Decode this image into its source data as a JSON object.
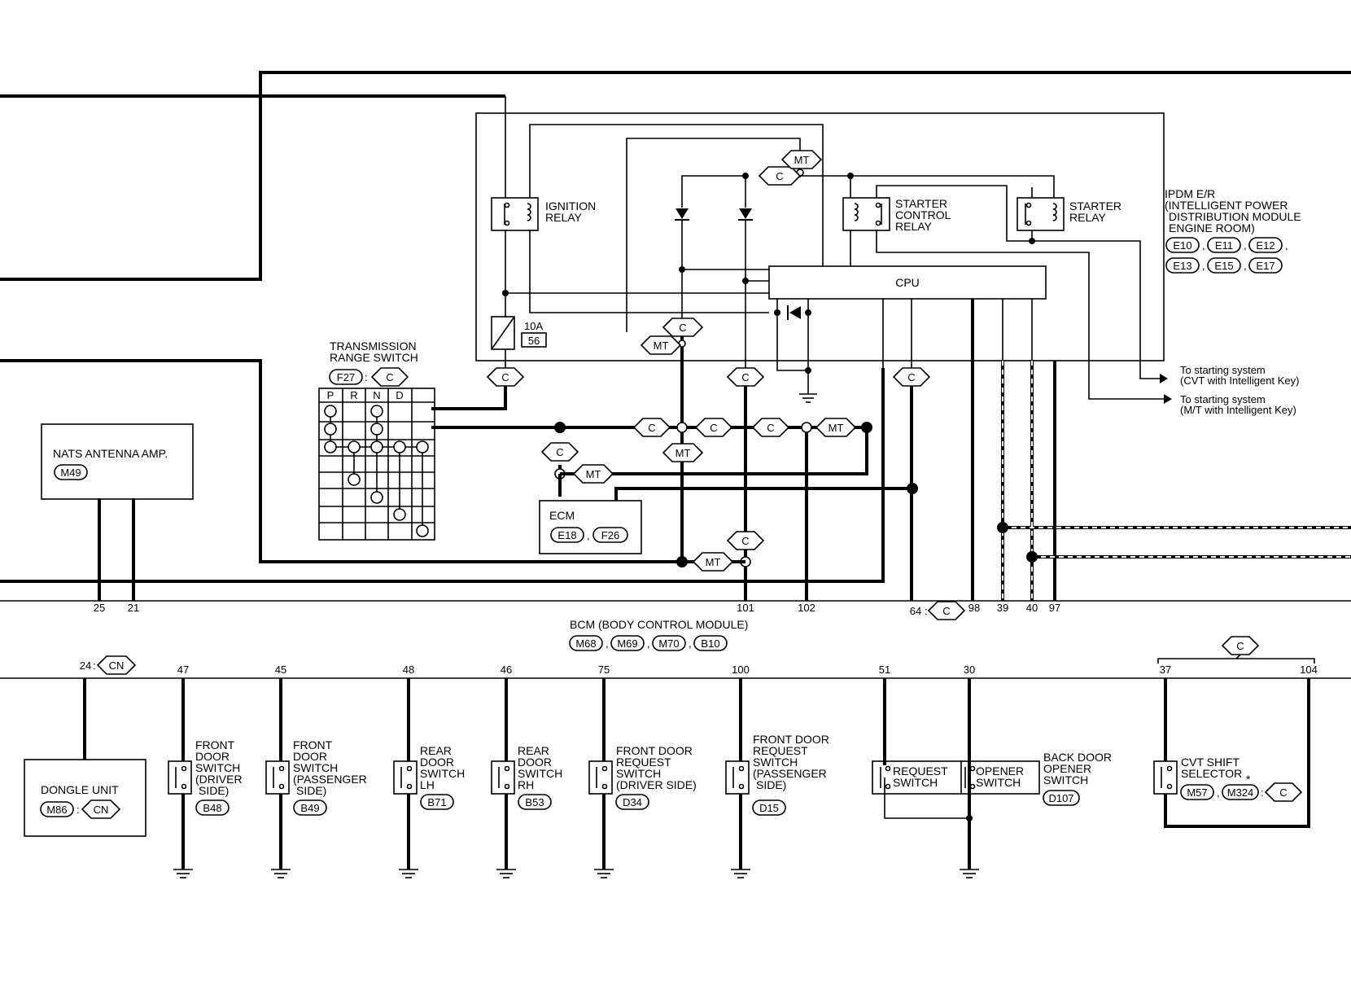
{
  "ipdm": {
    "lines": [
      "IPDM E/R",
      "(INTELLIGENT POWER",
      "DISTRIBUTION MODULE",
      "ENGINE ROOM)"
    ],
    "connectors": [
      "E10",
      "E11",
      "E12",
      "E13",
      "E15",
      "E17"
    ]
  },
  "ignition_relay": [
    "IGNITION",
    "RELAY"
  ],
  "starter_control_relay": [
    "STARTER",
    "CONTROL",
    "RELAY"
  ],
  "starter_relay": [
    "STARTER",
    "RELAY"
  ],
  "cpu": "CPU",
  "fuse": {
    "amp": "10A",
    "number": "56"
  },
  "tags": {
    "c": "C",
    "mt": "MT",
    "cn": "CN"
  },
  "to_starting": [
    [
      "To starting system",
      "(CVT with Intelligent Key)"
    ],
    [
      "To starting system",
      "(M/T with Intelligent Key)"
    ]
  ],
  "trs": {
    "lines": [
      "TRANSMISSION",
      "RANGE SWITCH"
    ],
    "connector": "F27",
    "positions": [
      "P",
      "R",
      "N",
      "D"
    ]
  },
  "nats": {
    "label": "NATS ANTENNA AMP.",
    "connector": "M49"
  },
  "ecm": {
    "label": "ECM",
    "connectors": [
      "E18",
      "F26"
    ]
  },
  "bcm": {
    "label": "BCM (BODY CONTROL MODULE)",
    "connectors": [
      "M68",
      "M69",
      "M70",
      "B10"
    ]
  },
  "bcm_pins_top": [
    "25",
    "21",
    "101",
    "102",
    "64",
    "98",
    "39",
    "40",
    "97"
  ],
  "bcm_pins_bottom": [
    "24",
    "47",
    "45",
    "48",
    "46",
    "75",
    "100",
    "51",
    "30",
    "37",
    "104"
  ],
  "dongle": {
    "label": "DONGLE UNIT",
    "connector": "M86"
  },
  "switches": [
    {
      "lines": [
        "FRONT",
        "DOOR",
        "SWITCH",
        "(DRIVER",
        "SIDE)"
      ],
      "connector": "B48"
    },
    {
      "lines": [
        "FRONT",
        "DOOR",
        "SWITCH",
        "(PASSENGER",
        "SIDE)"
      ],
      "connector": "B49"
    },
    {
      "lines": [
        "REAR",
        "DOOR",
        "SWITCH",
        "LH"
      ],
      "connector": "B71"
    },
    {
      "lines": [
        "REAR",
        "DOOR",
        "SWITCH",
        "RH"
      ],
      "connector": "B53"
    },
    {
      "lines": [
        "FRONT DOOR",
        "REQUEST",
        "SWITCH",
        "(DRIVER SIDE)"
      ],
      "connector": "D34"
    },
    {
      "lines": [
        "FRONT DOOR",
        "REQUEST",
        "SWITCH",
        "(PASSENGER",
        "SIDE)"
      ],
      "connector": "D15"
    }
  ],
  "back_door": {
    "request": [
      "REQUEST",
      "SWITCH"
    ],
    "opener": [
      "OPENER",
      "SWITCH"
    ],
    "lines": [
      "BACK DOOR",
      "OPENER",
      "SWITCH"
    ],
    "connector": "D107"
  },
  "cvt": {
    "lines": [
      "CVT SHIFT",
      "SELECTOR"
    ],
    "connectors": [
      "M57",
      "M324"
    ],
    "asterisk": "*"
  }
}
